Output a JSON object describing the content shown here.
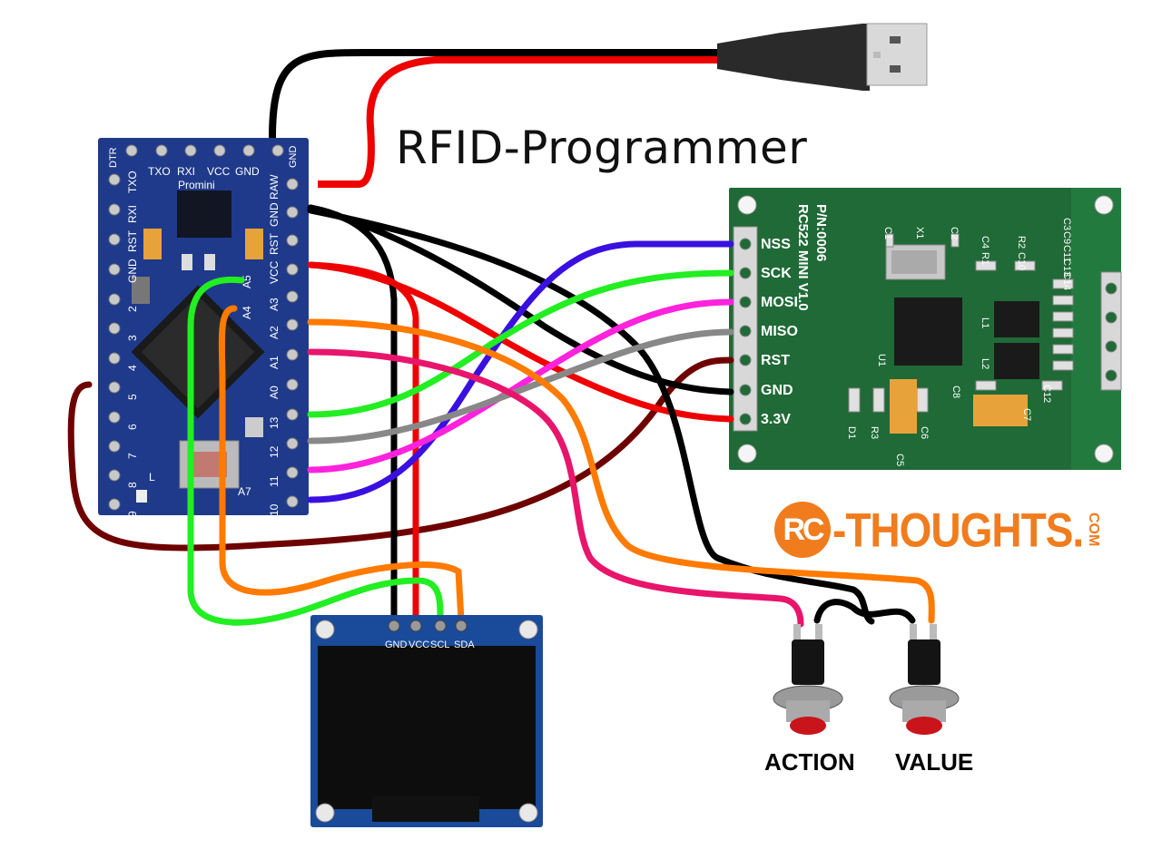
{
  "title": "RFID-Programmer",
  "arduino": {
    "top_labels": [
      "DTR",
      "TXO",
      "RXI",
      "VCC",
      "GND",
      "GND"
    ],
    "left_labels": [
      "TXO",
      "RXI",
      "RST",
      "GND",
      "2",
      "3",
      "4",
      "5",
      "6",
      "7",
      "8",
      "9"
    ],
    "right_labels": [
      "RAW",
      "GND",
      "RST",
      "VCC",
      "A3",
      "A2",
      "A1",
      "A0",
      "13",
      "12",
      "11",
      "10"
    ],
    "inner_labels": [
      "A5",
      "A4",
      "A7",
      "Promini",
      "L"
    ]
  },
  "rfid": {
    "part_number": "P/N:0006",
    "model": "RC522 MINI V1.0",
    "pins": [
      "NSS",
      "SCK",
      "MOSI",
      "MISO",
      "RST",
      "GND",
      "3.3V"
    ],
    "components": [
      "C1",
      "X1",
      "C2",
      "C4",
      "R2",
      "C3",
      "R1",
      "C10",
      "C9",
      "C11",
      "C13",
      "C14",
      "U1",
      "C8",
      "C12",
      "C7",
      "D1",
      "R3",
      "C5",
      "C6",
      "L1",
      "L2"
    ]
  },
  "oled": {
    "pins": [
      "GND",
      "VCC",
      "SCL",
      "SDA"
    ]
  },
  "buttons": {
    "action_label": "ACTION",
    "value_label": "VALUE"
  },
  "logo": {
    "badge": "RC",
    "text": "-THOUGHTS.",
    "suffix": "COM",
    "color": "#f07c1e"
  },
  "wire_colors": {
    "black": "#000000",
    "red": "#ee0000",
    "blue": "#3a10e0",
    "green": "#22ee22",
    "magenta": "#ff22dd",
    "gray": "#888888",
    "darkred": "#6e0000",
    "orange": "#ff7a00",
    "pink": "#e8156c"
  },
  "board_colors": {
    "arduino": "#1f3a8a",
    "rfid": "#1f6a36",
    "oled_frame": "#1a4a9a"
  }
}
